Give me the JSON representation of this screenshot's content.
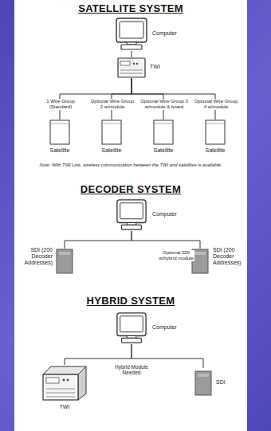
{
  "diagram": {
    "nodes": [
      {
        "text": [
          "Computer"
        ]
      },
      {
        "text": [
          "TWI"
        ]
      },
      {
        "text": [
          "Satellite"
        ]
      },
      {
        "text": [
          "Satellite"
        ]
      },
      {
        "text": [
          "Satellite"
        ]
      },
      {
        "text": [
          "Satellite"
        ]
      },
      {
        "text": [
          "Computer"
        ]
      },
      {
        "text": [
          "SDI (200 Decoder Addresses)"
        ]
      },
      {
        "text": [
          "SDI (200 Decoder Addresses)"
        ]
      },
      {
        "text": [
          "Computer"
        ]
      },
      {
        "text": [
          "TWI"
        ]
      },
      {
        "text": [
          "SDI"
        ]
      }
    ],
    "edges": [
      {
        "from": 0,
        "to": 1,
        "arrow": "none"
      },
      {
        "from": 1,
        "to": 2,
        "label": "1 Wire Group (Standard)",
        "arrow": "none"
      },
      {
        "from": 1,
        "to": 3,
        "label": "Optional Wire Group 2 w/module",
        "arrow": "none"
      },
      {
        "from": 1,
        "to": 4,
        "label": "Optional Wire Group 3 w/module & board",
        "arrow": "none"
      },
      {
        "from": 1,
        "to": 5,
        "label": "Optional Wire Group 4 w/module",
        "arrow": "none"
      },
      {
        "from": 6,
        "to": 7,
        "arrow": "none"
      },
      {
        "from": 6,
        "to": 8,
        "label": "Optional SDI w/hybrid module",
        "arrow": "none"
      },
      {
        "from": 9,
        "to": 10,
        "arrow": "none"
      },
      {
        "from": 9,
        "to": 11,
        "arrow": "none"
      }
    ],
    "labels": [
      "SATELLITE SYSTEM",
      "Note: With TWI Link, wireless communication between the TWI and satellites is available.",
      "DECODER SYSTEM",
      "HYBRID SYSTEM",
      "Hybrid Module Needed"
    ]
  }
}
